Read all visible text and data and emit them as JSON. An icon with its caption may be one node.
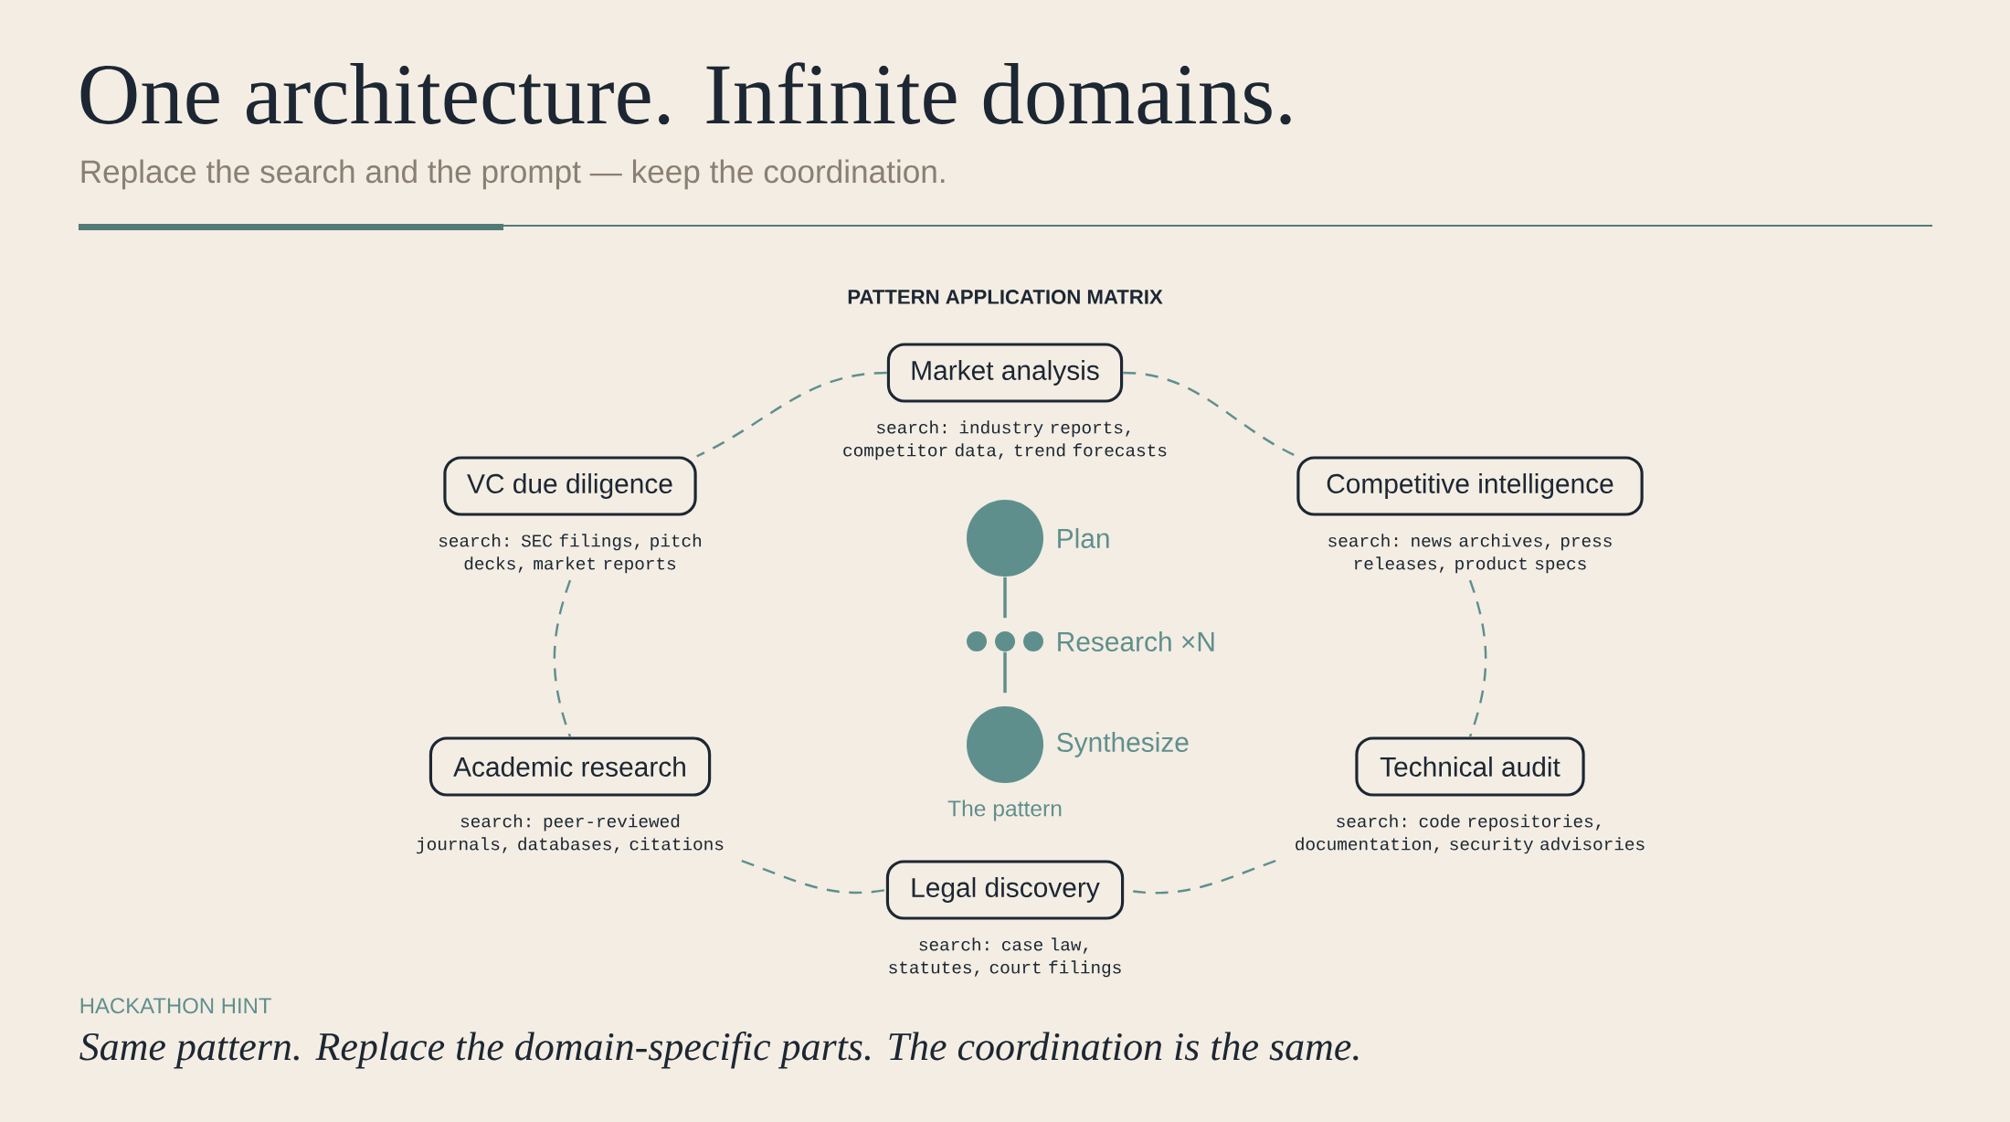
{
  "diagram": {
    "title": "One architecture. Infinite domains.",
    "caption": "Replace the search and the prompt — keep the coordination.",
    "nodes": [
      {
        "text": [
          "Market analysis"
        ],
        "beside": [
          "search: industry reports, competitor data, trend forecasts"
        ]
      },
      {
        "text": [
          "VC due diligence"
        ],
        "beside": [
          "search: SEC filings, pitch decks, market reports"
        ]
      },
      {
        "text": [
          "Competitive intelligence"
        ],
        "beside": [
          "search: news archives, press releases, product specs"
        ]
      },
      {
        "text": [
          "Academic research"
        ],
        "beside": [
          "search: peer-reviewed journals, databases, citations"
        ]
      },
      {
        "text": [
          "Technical audit"
        ],
        "beside": [
          "search: code repositories, documentation, security advisories"
        ]
      },
      {
        "text": [
          "Legal discovery"
        ],
        "beside": [
          "search: case law, statutes, court filings"
        ]
      },
      {
        "text": [],
        "shape": "circle",
        "beside": [
          "Plan"
        ]
      },
      {
        "text": [],
        "shape": "circle",
        "beside": [
          "Research ×N"
        ]
      },
      {
        "text": [],
        "shape": "circle",
        "beside": [
          "Synthesize"
        ]
      }
    ],
    "edges": [
      {
        "from": 0,
        "to": 1,
        "arrow": "none",
        "style": "dashed"
      },
      {
        "from": 0,
        "to": 2,
        "arrow": "none",
        "style": "dashed"
      },
      {
        "from": 1,
        "to": 3,
        "arrow": "none",
        "style": "dashed"
      },
      {
        "from": 2,
        "to": 4,
        "arrow": "none",
        "style": "dashed"
      },
      {
        "from": 3,
        "to": 5,
        "arrow": "none",
        "style": "dashed"
      },
      {
        "from": 4,
        "to": 5,
        "arrow": "none",
        "style": "dashed"
      },
      {
        "from": 6,
        "to": 7,
        "arrow": "none"
      },
      {
        "from": 7,
        "to": 8,
        "arrow": "none"
      }
    ],
    "labels": [
      "PATTERN APPLICATION MATRIX",
      "The pattern",
      "HACKATHON HINT",
      "Same pattern. Replace the domain-specific parts. The coordination is the same."
    ]
  }
}
